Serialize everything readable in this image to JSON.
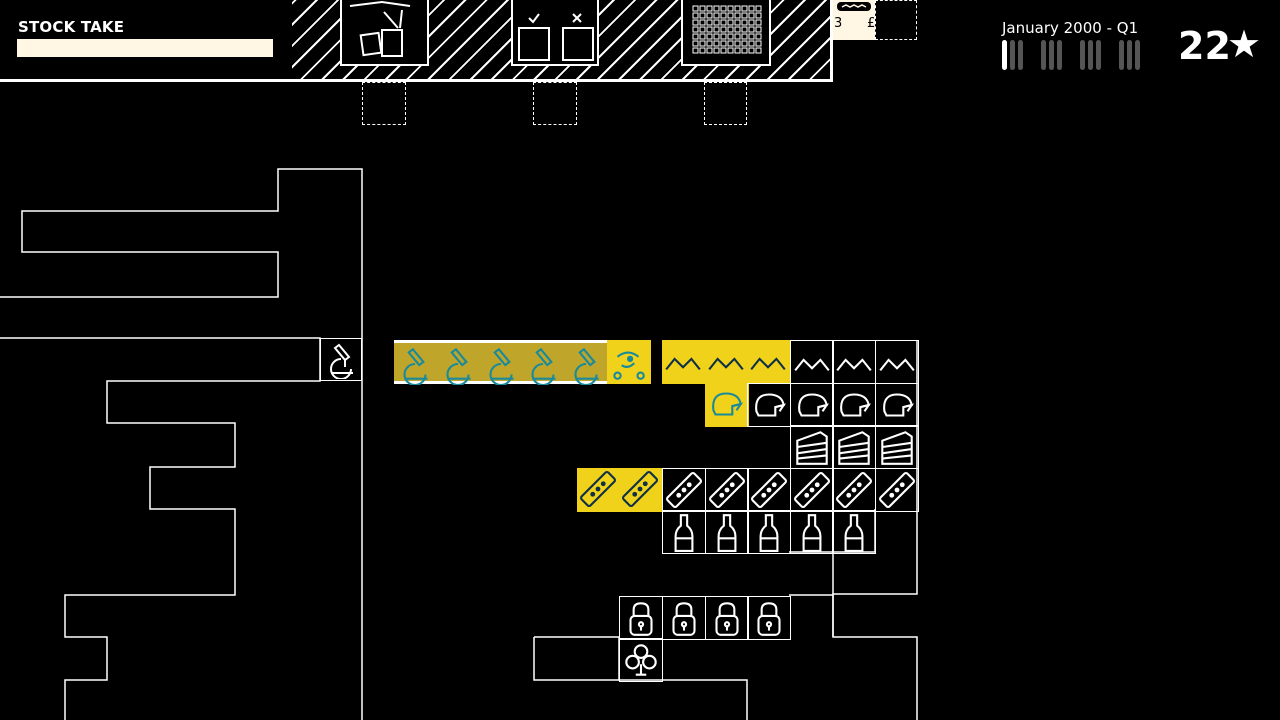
{
  "hud": {
    "stock_label": "STOCK TAKE",
    "stock_progress": 1.0,
    "date_label": "January 2000 - Q1",
    "quarter_ticks": {
      "groups": 4,
      "per_group": 3,
      "filled": 1
    },
    "star_count": "22",
    "star_icon": "star-icon",
    "card_digit_left": "3",
    "card_digit_right": "£"
  },
  "header_machines": [
    "bin-machine-icon",
    "accept-reject-machine-icon",
    "grid-machine-icon"
  ],
  "colors": {
    "background": "#000000",
    "line": "#ffffff",
    "highlight": "#f0d21a",
    "highlight_dim": "#bfa62a",
    "cream": "#fff6e4",
    "icon_teal": "#1a8a9a",
    "icon_navy": "#0e3048"
  },
  "grid_items": [
    {
      "row": "row-a",
      "icon": "microscope-icon",
      "count_highlighted": 5,
      "count_total": 5
    },
    {
      "row": "row-a",
      "icon": "creature-face-icon",
      "count_highlighted": 1,
      "count_total": 1
    },
    {
      "row": "row-a",
      "icon": "pyramid-icon",
      "count_highlighted": 3,
      "count_total": 6
    },
    {
      "row": "row-b",
      "icon": "alien-head-icon",
      "count_highlighted": 1,
      "count_total": 5
    },
    {
      "row": "row-c",
      "icon": "cake-slice-icon",
      "count_highlighted": 0,
      "count_total": 3
    },
    {
      "row": "row-d",
      "icon": "domino-icon",
      "count_highlighted": 2,
      "count_total": 8
    },
    {
      "row": "row-e",
      "icon": "bottle-icon",
      "count_highlighted": 0,
      "count_total": 5
    },
    {
      "row": "row-f",
      "icon": "padlock-icon",
      "count_highlighted": 0,
      "count_total": 4
    },
    {
      "row": "row-g",
      "icon": "club-icon",
      "count_highlighted": 0,
      "count_total": 1
    }
  ],
  "side_item": "microscope-icon"
}
